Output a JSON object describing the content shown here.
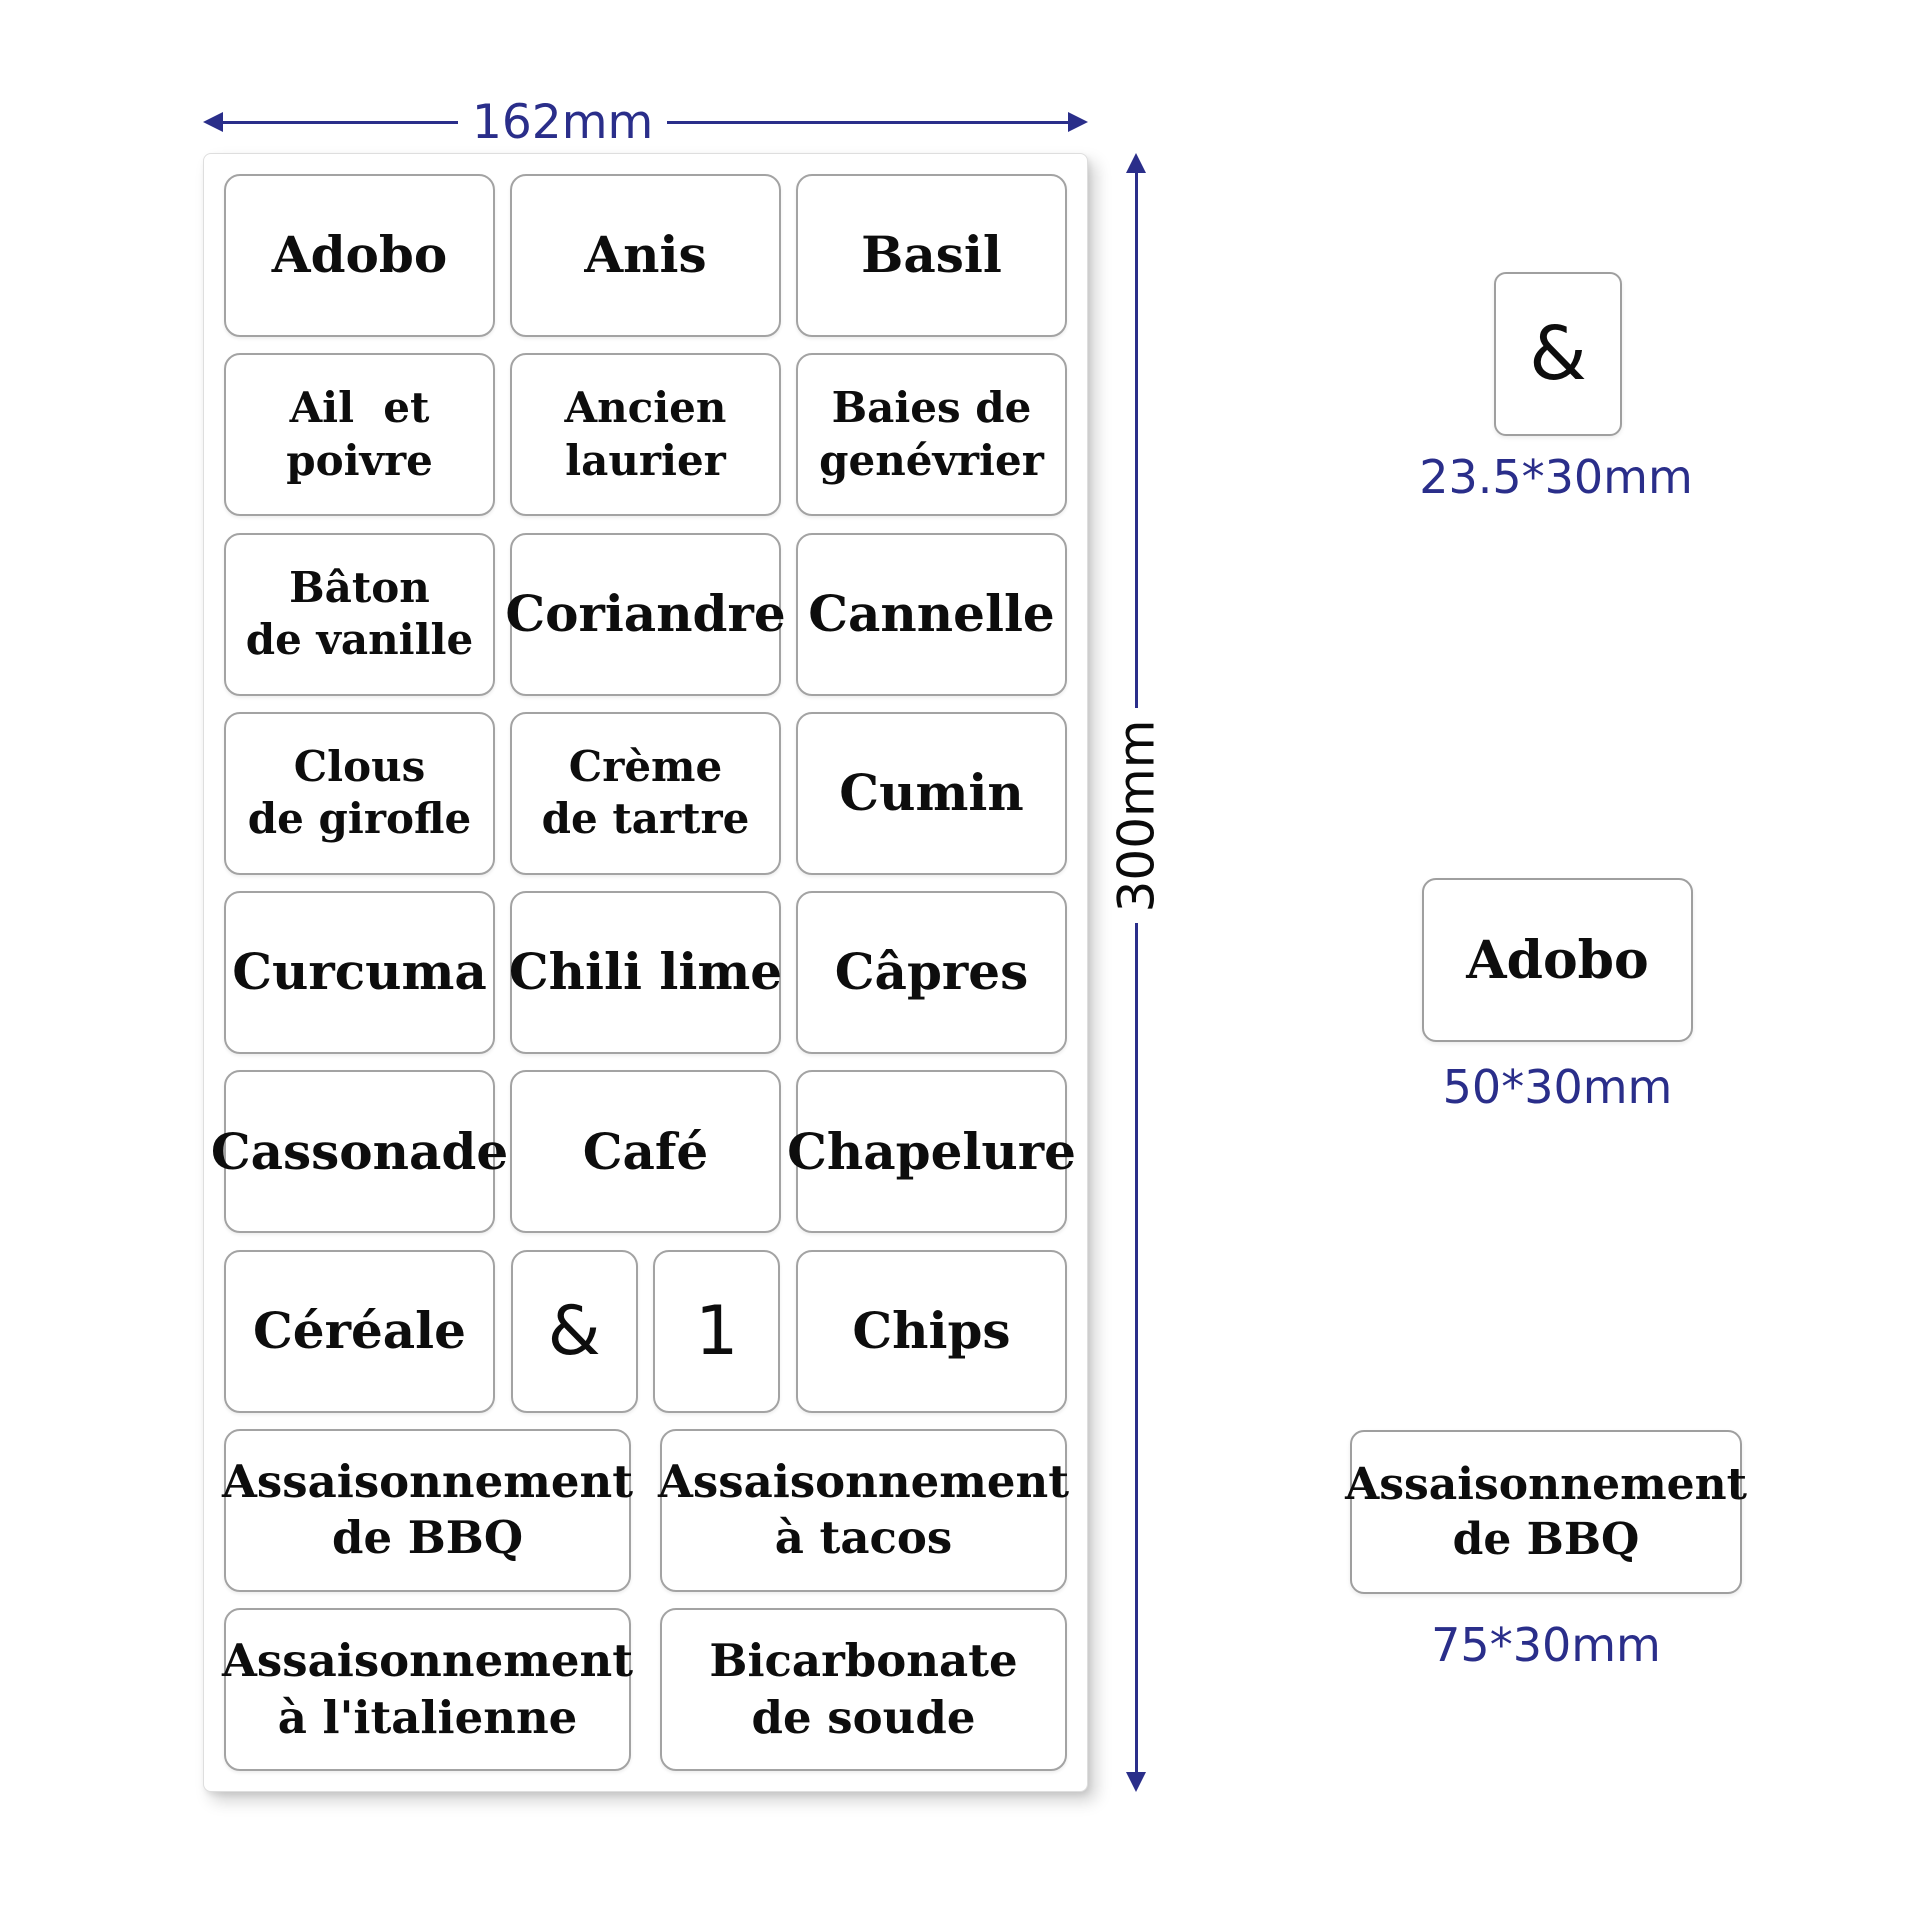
{
  "colors": {
    "dimension_blue": "#2a2e8a",
    "height_text_black": "#0a0a0a",
    "label_text": "#0d0d0d",
    "label_border": "#a3a3a3"
  },
  "dims": {
    "width": "162mm",
    "height": "300mm"
  },
  "sheet": {
    "rows": [
      {
        "cells": [
          {
            "lines": [
              "Adobo"
            ]
          },
          {
            "lines": [
              "Anis"
            ]
          },
          {
            "lines": [
              "Basil"
            ]
          }
        ]
      },
      {
        "cells": [
          {
            "lines": [
              "Ail  et",
              "poivre"
            ]
          },
          {
            "lines": [
              "Ancien",
              "laurier"
            ]
          },
          {
            "lines": [
              "Baies de",
              "genévrier"
            ]
          }
        ]
      },
      {
        "cells": [
          {
            "lines": [
              "Bâton",
              "de vanille"
            ]
          },
          {
            "lines": [
              "Coriandre"
            ]
          },
          {
            "lines": [
              "Cannelle"
            ]
          }
        ]
      },
      {
        "cells": [
          {
            "lines": [
              "Clous",
              "de girofle"
            ]
          },
          {
            "lines": [
              "Crème",
              "de tartre"
            ]
          },
          {
            "lines": [
              "Cumin"
            ]
          }
        ]
      },
      {
        "cells": [
          {
            "lines": [
              "Curcuma"
            ]
          },
          {
            "lines": [
              "Chili lime"
            ]
          },
          {
            "lines": [
              "Câpres"
            ]
          }
        ]
      },
      {
        "cells": [
          {
            "lines": [
              "Cassonade"
            ]
          },
          {
            "lines": [
              "Café"
            ]
          },
          {
            "lines": [
              "Chapelure"
            ]
          }
        ]
      },
      {
        "cells": [
          {
            "lines": [
              "Céréale"
            ]
          },
          {
            "lines": [
              "&"
            ]
          },
          {
            "lines": [
              "1"
            ]
          },
          {
            "lines": [
              "Chips"
            ]
          }
        ]
      },
      {
        "cells": [
          {
            "lines": [
              "Assaisonnement",
              "de BBQ"
            ]
          },
          {
            "lines": [
              "Assaisonnement",
              "à tacos"
            ]
          }
        ]
      },
      {
        "cells": [
          {
            "lines": [
              "Assaisonnement",
              "à l'italienne"
            ]
          },
          {
            "lines": [
              "Bicarbonate",
              "de soude"
            ]
          }
        ]
      }
    ]
  },
  "samples": {
    "amp": {
      "text": "&",
      "size": "23.5*30mm"
    },
    "adobo": {
      "text": "Adobo",
      "size": "50*30mm"
    },
    "bbq": {
      "line1": "Assaisonnement",
      "line2": "de BBQ",
      "size": "75*30mm"
    }
  }
}
